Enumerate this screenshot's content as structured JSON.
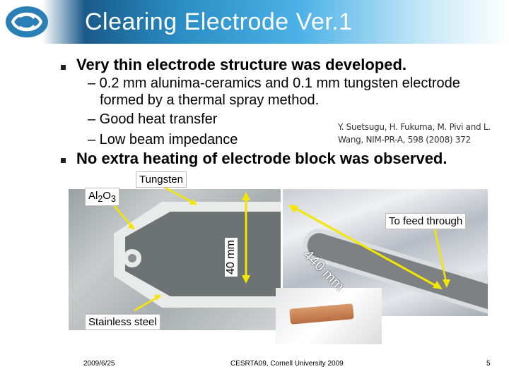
{
  "slide": {
    "title": "Clearing Electrode Ver.1",
    "bullets": [
      {
        "text": "Very thin electrode structure was developed.",
        "sub": [
          "– 0.2 mm alunima-ceramics and 0.1 mm tungsten electrode",
          "formed by a thermal spray method.",
          "– Good heat transfer",
          "– Low beam impedance"
        ]
      },
      {
        "text": "No extra heating of electrode block was observed."
      }
    ],
    "reference": {
      "line1": "Y. Suetsugu, H. Fukuma, M. Pivi and L.",
      "line2": "Wang, NIM-PR-A, 598 (2008) 372"
    },
    "photo_labels": {
      "tungsten": "Tungsten",
      "al2o3": "Al",
      "al2o3_sub1": "2",
      "al2o3_mid": "O",
      "al2o3_sub2": "3",
      "feed": "To feed through",
      "stainless": "Stainless steel",
      "width_dim": "40 mm",
      "length_dim": "440 mm"
    },
    "footer": {
      "date": "2009/6/25",
      "conference": "CESRTA09, Cornell University 2009",
      "page": "5"
    }
  },
  "colors": {
    "title_bar": "#2b8fc6",
    "arrow_yellow": "#f5e600"
  }
}
